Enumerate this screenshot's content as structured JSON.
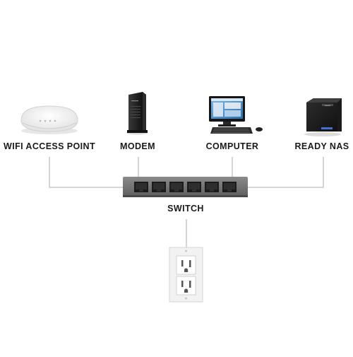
{
  "diagram": {
    "devices": [
      {
        "id": "wifi-access-point",
        "label": "WIFI ACCESS POINT"
      },
      {
        "id": "modem",
        "label": "MODEM"
      },
      {
        "id": "computer",
        "label": "COMPUTER"
      },
      {
        "id": "ready-nas",
        "label": "READY NAS"
      }
    ],
    "switch": {
      "label": "SWITCH",
      "port_count": 6
    },
    "outlet": {
      "receptacle_count": 2
    }
  }
}
